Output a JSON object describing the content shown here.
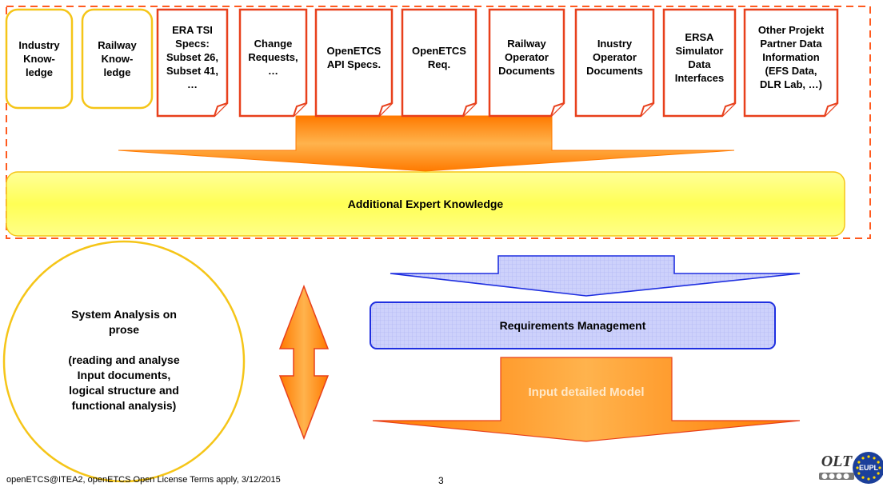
{
  "sources": [
    {
      "label": "Industry\nKnow-\nledge",
      "kind": "knowledge"
    },
    {
      "label": "Railway\nKnow-\nledge",
      "kind": "knowledge"
    },
    {
      "label": "ERA TSI\nSpecs:\nSubset 26,\nSubset 41,\n…",
      "kind": "document"
    },
    {
      "label": "Change\nRequests,\n…",
      "kind": "document"
    },
    {
      "label": "OpenETCS\nAPI Specs.",
      "kind": "document"
    },
    {
      "label": "OpenETCS\nReq.",
      "kind": "document"
    },
    {
      "label": "Railway\nOperator\nDocuments",
      "kind": "document"
    },
    {
      "label": "Inustry\nOperator\nDocuments",
      "kind": "document"
    },
    {
      "label": "ERSA\nSimulator\nData\nInterfaces",
      "kind": "document"
    },
    {
      "label": "Other Projekt\nPartner Data\nInformation\n(EFS Data,\nDLR Lab, …)",
      "kind": "document"
    }
  ],
  "expert_knowledge": {
    "label": "Additional Expert Knowledge"
  },
  "system_analysis": {
    "label": "System Analysis on\nprose\n\n(reading and analyse\nInput documents,\nlogical structure and\nfunctional analysis)"
  },
  "requirements_management": {
    "label": "Requirements Management"
  },
  "input_model": {
    "label": "Input detailed Model"
  },
  "footer": {
    "left": "openETCS@ITEA2, openETCS Open License Terms apply, 3/12/2015",
    "page": "3"
  },
  "logo": {
    "text": "OLT",
    "badge": "EUPL"
  },
  "colors": {
    "dashed_border": "#ff5a1f",
    "knowledge_border": "#f5c518",
    "document_border": "#e8401c",
    "yellow_fill": "#ffff66",
    "orange_fill": "#ff9a1e",
    "orange_dark": "#ff7a00",
    "blue_border": "#1f2fe0",
    "blue_fill": "#c8cdfa",
    "circle_border": "#f5c518",
    "input_text": "#ffe8c8"
  }
}
